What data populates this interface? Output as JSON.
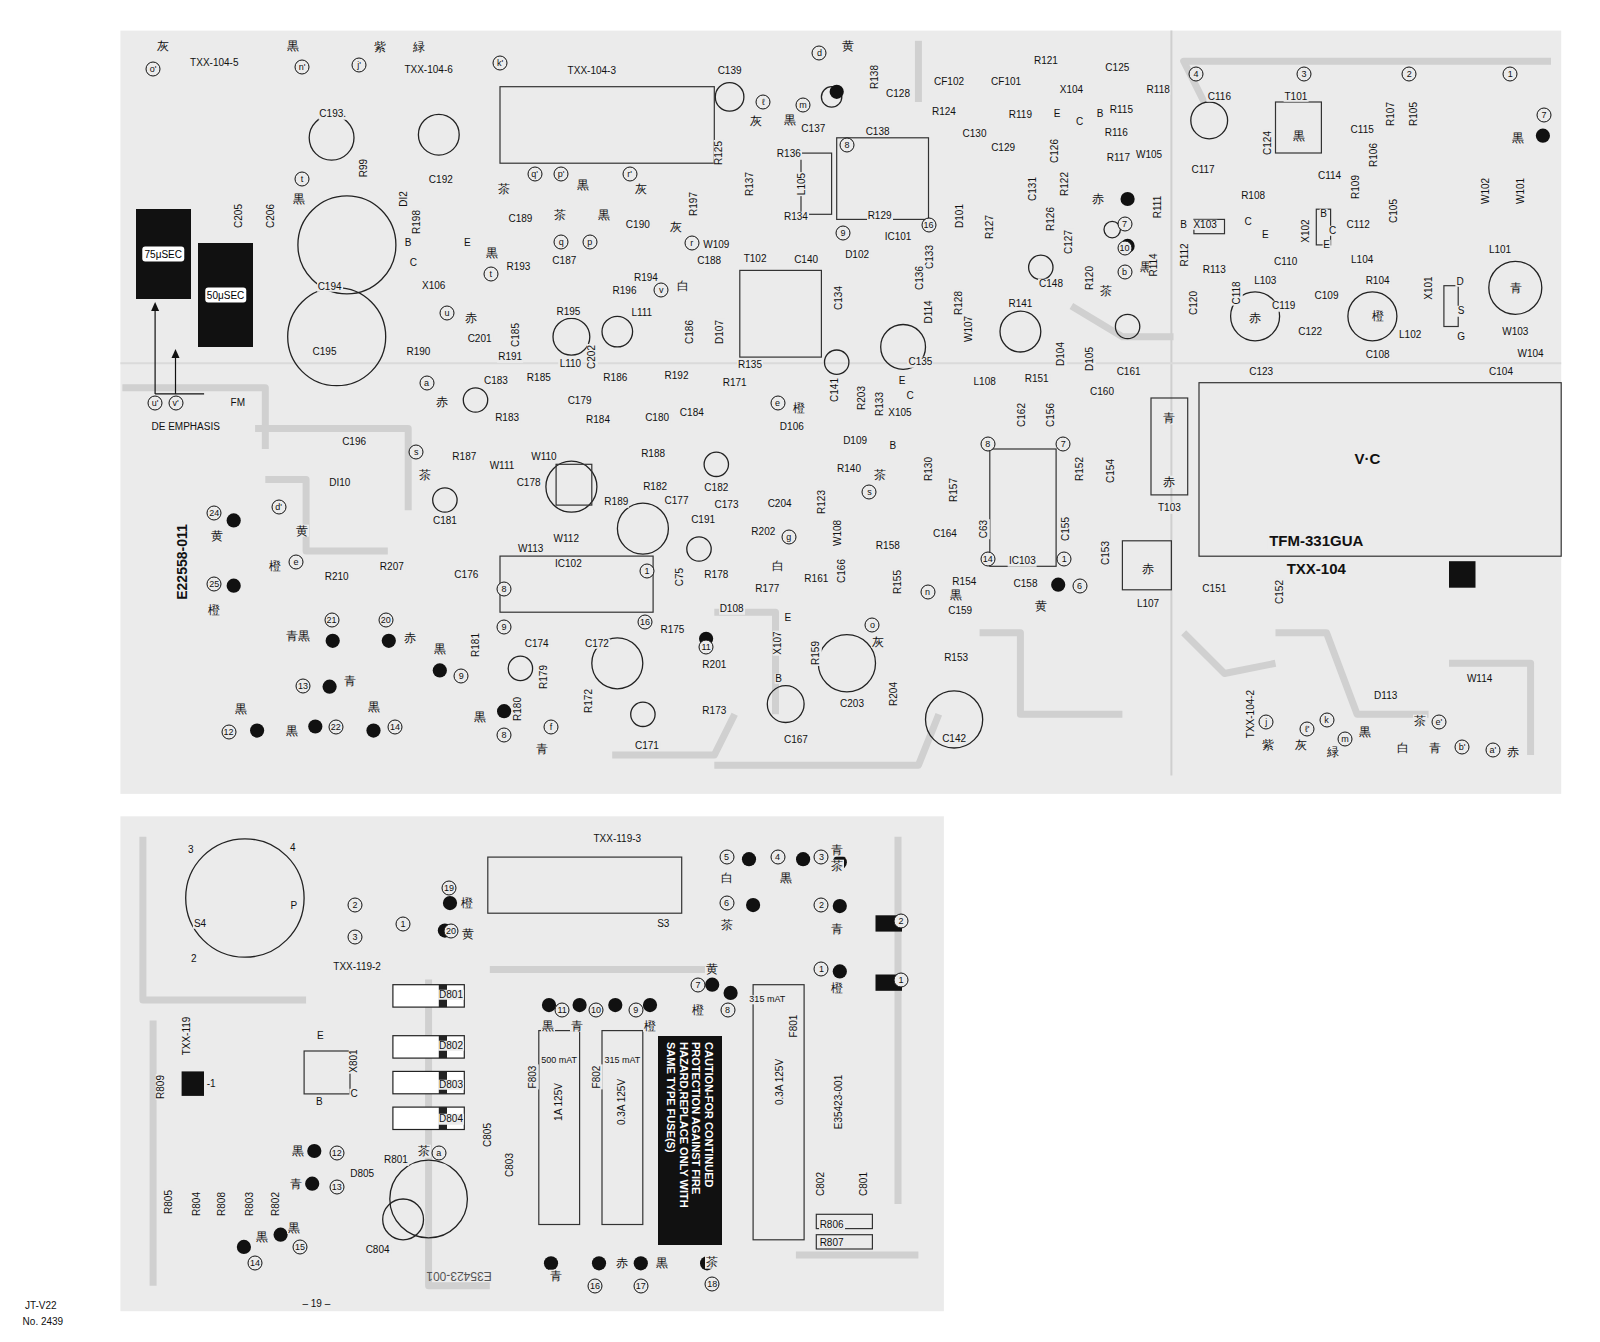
{
  "diagram": {
    "nodes": [
      {
        "text": [
          "75μSEC"
        ]
      },
      {
        "text": [
          "50μSEC"
        ]
      },
      {
        "text": [
          "CAUTION-FOR CONTINUED PROTECTION AGAINST FIRE HAZARD,REPLACE ONLY WITH SAME TYPE FUSE(S)"
        ]
      }
    ],
    "labels": [
      "灰",
      "o'",
      "TXX-104-5",
      "黒",
      "n'",
      "紫",
      "緑",
      "j'",
      "TXX-104-6",
      "k'",
      "TXX-104-3",
      "d",
      "黄",
      "R138",
      "C139",
      "ℓ",
      "m",
      "灰",
      "黒",
      "C137",
      "R136",
      "C128",
      "CF102",
      "CF101",
      "R121",
      "C125",
      "R124",
      "R119",
      "X104",
      "E",
      "C",
      "B",
      "R118",
      "R115",
      "R116",
      "R117",
      "W105",
      "4",
      "3",
      "2",
      "1",
      "C116",
      "T101",
      "黒",
      "C115",
      "R107",
      "R105",
      "R106",
      "7",
      "黒",
      "C138",
      "C130",
      "C129",
      "C126",
      "C124",
      "C117",
      "C114",
      "R109",
      "W102",
      "W101",
      "8",
      "L105",
      "C131",
      "R122",
      "赤",
      "7",
      "R111",
      "R108",
      "X103",
      "B",
      "C",
      "E",
      "X102",
      "B",
      "C",
      "E",
      "C112",
      "C105",
      "L104",
      "R104",
      "X101",
      "D",
      "S",
      "G",
      "L101",
      "青",
      "W103",
      "W104",
      "C190",
      "C188",
      "W109",
      "T102",
      "C140",
      "R134",
      "9",
      "R129",
      "IC101",
      "16",
      "C133",
      "D102",
      "D101",
      "R127",
      "R126",
      "C127",
      "R120",
      "10",
      "b",
      "黒",
      "R114",
      "R112",
      "R113",
      "C110",
      "C118",
      "C119",
      "L103",
      "赤",
      "C109",
      "橙",
      "C120",
      "C122",
      "L102",
      "C108",
      "C123",
      "C104",
      "C134",
      "C136",
      "D114",
      "R128",
      "C135",
      "W107",
      "C148",
      "R141",
      "茶",
      "D104",
      "D105",
      "C161",
      "R151",
      "L108",
      "C160",
      "C162",
      "C156",
      "青",
      "赤",
      "T103",
      "V·C",
      "TFM-331GUA",
      "TXX-104",
      "C193.",
      "R99",
      "DI2",
      "C192",
      "R198",
      "t",
      "黒",
      "C205",
      "C206",
      "C194",
      "B",
      "C",
      "X106",
      "E",
      "C195",
      "R190",
      "FM",
      "u'",
      "v'",
      "DE EMPHASIS",
      "q'",
      "p'",
      "r'",
      "茶",
      "黒",
      "灰",
      "茶",
      "黒",
      "R197",
      "R137",
      "R125",
      "C189",
      "q",
      "p",
      "r",
      "灰",
      "黒",
      "t",
      "R193",
      "C187",
      "R194",
      "白",
      "v",
      "R196",
      "R195",
      "u",
      "赤",
      "C201",
      "C185",
      "L111",
      "C186",
      "D107",
      "R191",
      "L110",
      "C202",
      "R135",
      "R171",
      "e",
      "橙",
      "C141",
      "R203",
      "R133",
      "X105",
      "E",
      "C",
      "B",
      "D106",
      "D109",
      "R140",
      "茶",
      "s",
      "C183",
      "R185",
      "R186",
      "R192",
      "a",
      "赤",
      "R183",
      "C179",
      "R184",
      "C180",
      "C184",
      "C196",
      "DI10",
      "s",
      "茶",
      "R187",
      "W111",
      "W110",
      "C178",
      "R188",
      "R182",
      "C182",
      "C204",
      "C173",
      "R189",
      "C177",
      "C181",
      "W112",
      "W113",
      "C191",
      "R202",
      "g",
      "R123",
      "W108",
      "R158",
      "C164",
      "R130",
      "R157",
      "8",
      "7",
      "R152",
      "C154",
      "C63",
      "C155",
      "C153",
      "14",
      "IC103",
      "1",
      "R154",
      "C158",
      "6",
      "黄",
      "黒",
      "C159",
      "n",
      "R155",
      "C166",
      "白",
      "R177",
      "R161",
      "R178",
      "C75",
      "D108",
      "R175",
      "16",
      "1",
      "8",
      "IC102",
      "C176",
      "R210",
      "R207",
      "E22558-011",
      "d'",
      "黄",
      "24",
      "黄",
      "e",
      "橙",
      "25",
      "橙",
      "青黒",
      "21",
      "20",
      "赤",
      "R181",
      "9",
      "黒",
      "9",
      "13",
      "青",
      "黒",
      "黒",
      "12",
      "黒",
      "22",
      "14",
      "黒",
      "8",
      "R180",
      "R179",
      "C174",
      "C172",
      "R172",
      "f",
      "青",
      "11",
      "R201",
      "R173",
      "C171",
      "X107",
      "E",
      "B",
      "R159",
      "C167",
      "C203",
      "o",
      "灰",
      "R204",
      "R153",
      "C142",
      "C151",
      "C152",
      "L107",
      "赤",
      "TXX-104-2",
      "D113",
      "W114",
      "j",
      "紫",
      "灰",
      "ℓ'",
      "k",
      "緑",
      "m",
      "黒",
      "白",
      "茶",
      "e'",
      "青",
      "b'",
      "a'",
      "赤",
      "TXX-119-3",
      "S3",
      "S4",
      "3",
      "4",
      "2",
      "1",
      "P",
      "3",
      "2",
      "TXX-119-2",
      "19",
      "橙",
      "20",
      "黄",
      "5",
      "白",
      "4",
      "黒",
      "3",
      "青",
      "茶",
      "6",
      "茶",
      "2",
      "青",
      "2",
      "1",
      "橙",
      "1",
      "7",
      "黄",
      "橙",
      "8",
      "TXX-119",
      "-1",
      "X801",
      "C",
      "E",
      "B",
      "R809",
      "D801",
      "D802",
      "D803",
      "D804",
      "黒",
      "11",
      "青",
      "10",
      "9",
      "橙",
      "500 mAT",
      "315 mAT",
      "1A 125V",
      "0.3A 125V",
      "F803",
      "F802",
      "315 mAT",
      "F801",
      "0.3A 125V",
      "E35423-001",
      "C802",
      "C801",
      "R806",
      "R807",
      "茶",
      "18",
      "黒",
      "17",
      "赤",
      "16",
      "青",
      "R801",
      "a",
      "茶",
      "黒",
      "12",
      "青",
      "13",
      "黒",
      "15",
      "黒",
      "14",
      "D805",
      "C805",
      "C803",
      "C804",
      "R805",
      "R804",
      "R808",
      "R803",
      "R802",
      "E35423-001",
      "JT-V22",
      "No. 2439",
      "– 19 –"
    ]
  }
}
